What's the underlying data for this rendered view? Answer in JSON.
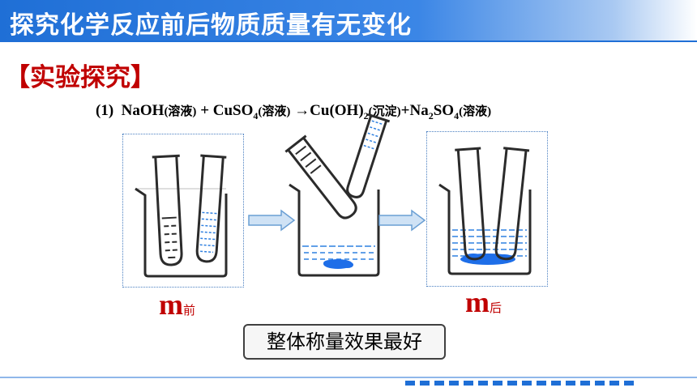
{
  "header": {
    "title": "探究化学反应前后物质质量有无变化"
  },
  "section": {
    "heading": "【实验探究】"
  },
  "equation": {
    "num": "(1)",
    "naoh": "NaOH",
    "sol1": "(溶液)",
    "plus1": " + ",
    "cuso": "CuSO",
    "sub4a": "4",
    "sol2": "(溶液)",
    "arrow": " →",
    "cuoh": "Cu(OH)",
    "sub2a": "2",
    "ppt": "(沉淀)",
    "plus2": "+",
    "na": "Na",
    "sub2b": "2",
    "so": "SO",
    "sub4b": "4",
    "sol3": "(溶液)"
  },
  "labels": {
    "m_before": "m",
    "m_before_sub": "前",
    "m_after": "m",
    "m_after_sub": "后"
  },
  "conclusion": "整体称量效果最好",
  "colors": {
    "title_bar": "#1f6fd6",
    "heading_red": "#c00000",
    "liquid_blue": "#2f80e0",
    "precipitate": "#1e6ee8"
  }
}
